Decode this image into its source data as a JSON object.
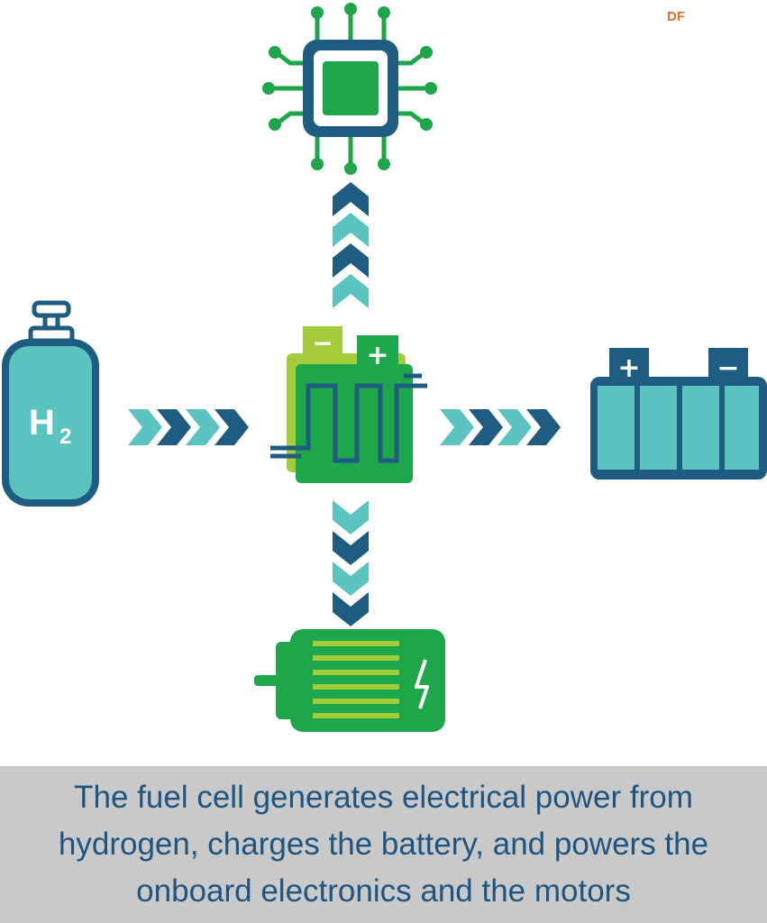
{
  "logo": {
    "text": "DF"
  },
  "caption": {
    "lines": [
      "The fuel cell generates electrical power from",
      "hydrogen, charges the battery, and powers the",
      "onboard electronics and the motors"
    ]
  },
  "hydrogen_tank": {
    "label": "H",
    "subscript": "2"
  },
  "fuel_cell": {
    "minus": "−",
    "plus": "+"
  },
  "battery": {
    "plus": "+",
    "minus": "−"
  },
  "icons": {
    "tank": "hydrogen-tank-icon",
    "fuel_cell": "fuel-cell-icon",
    "chip": "microchip-icon",
    "battery": "battery-icon",
    "motor": "electric-motor-icon"
  },
  "colors": {
    "navy": "#1f5c82",
    "teal": "#5bc3c0",
    "green": "#1ea74a",
    "lime": "#a3cc3c",
    "caption_bg": "#c9c9c9",
    "caption_text": "#1e5580",
    "logo": "#e8742a"
  }
}
